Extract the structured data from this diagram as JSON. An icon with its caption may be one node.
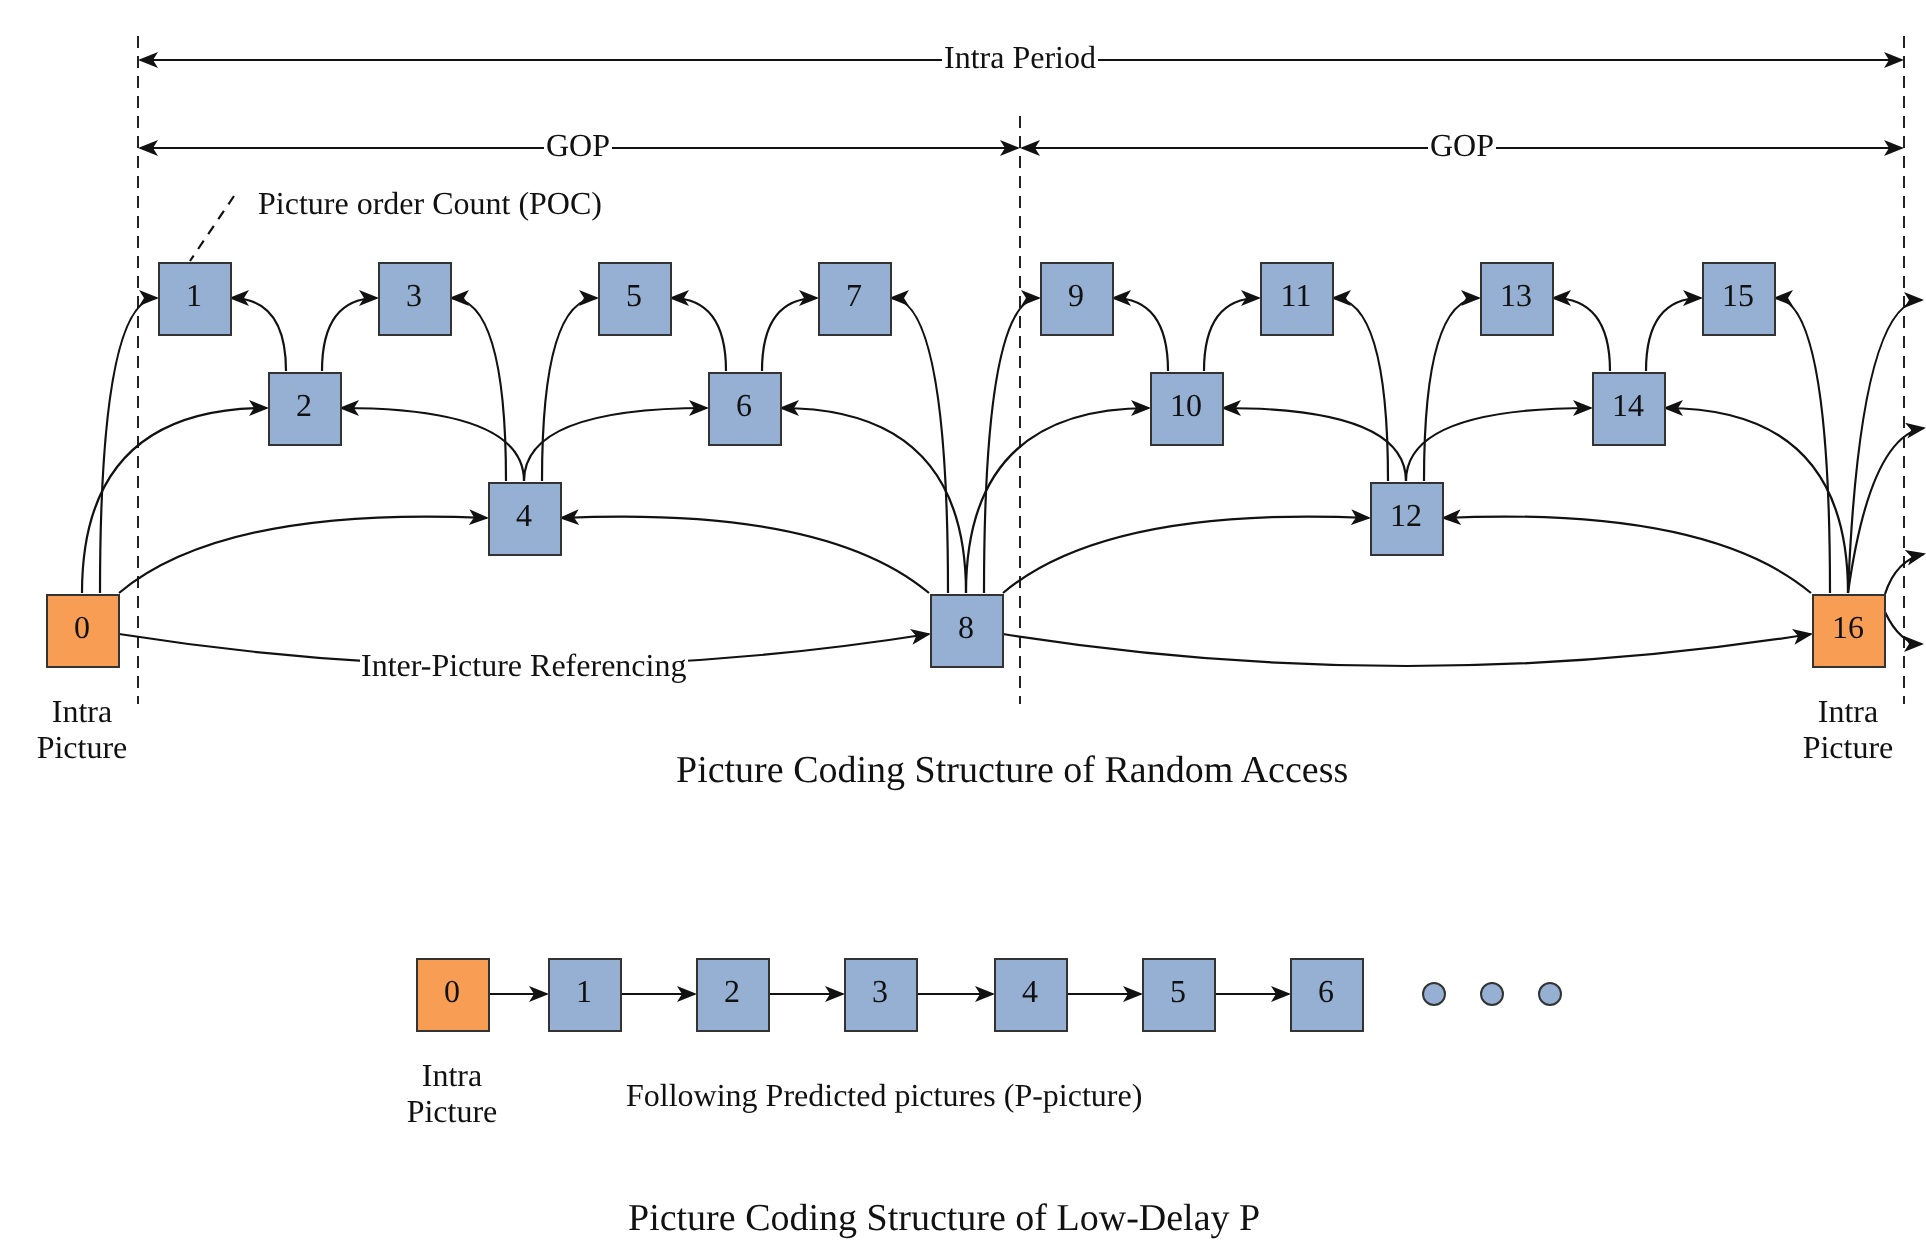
{
  "diagram": {
    "nodes": [
      {
        "text": [
          "0"
        ],
        "beside": [
          "Intra Picture"
        ]
      },
      {
        "text": [
          "1"
        ]
      },
      {
        "text": [
          "2"
        ]
      },
      {
        "text": [
          "3"
        ]
      },
      {
        "text": [
          "4"
        ]
      },
      {
        "text": [
          "5"
        ]
      },
      {
        "text": [
          "6"
        ]
      },
      {
        "text": [
          "7"
        ]
      },
      {
        "text": [
          "8"
        ]
      },
      {
        "text": [
          "9"
        ]
      },
      {
        "text": [
          "10"
        ]
      },
      {
        "text": [
          "11"
        ]
      },
      {
        "text": [
          "12"
        ]
      },
      {
        "text": [
          "13"
        ]
      },
      {
        "text": [
          "14"
        ]
      },
      {
        "text": [
          "15"
        ]
      },
      {
        "text": [
          "16"
        ],
        "beside": [
          "Intra Picture"
        ]
      },
      {
        "text": [
          "Picture order Count (POC)"
        ]
      },
      {
        "text": [
          "0"
        ],
        "beside": [
          "Intra Picture"
        ]
      },
      {
        "text": [
          "1"
        ]
      },
      {
        "text": [
          "2"
        ]
      },
      {
        "text": [
          "3"
        ]
      },
      {
        "text": [
          "4"
        ]
      },
      {
        "text": [
          "5"
        ]
      },
      {
        "text": [
          "6"
        ]
      },
      {
        "text": [],
        "shape": "circle"
      },
      {
        "text": [],
        "shape": "circle"
      },
      {
        "text": [],
        "shape": "circle"
      }
    ],
    "edges": [
      {
        "from": 0,
        "to": 1,
        "arrow": "to"
      },
      {
        "from": 0,
        "to": 2,
        "arrow": "to"
      },
      {
        "from": 0,
        "to": 4,
        "arrow": "to"
      },
      {
        "from": 0,
        "to": 8,
        "arrow": "to",
        "label": "Inter-Picture Referencing"
      },
      {
        "from": 2,
        "to": 1,
        "arrow": "to"
      },
      {
        "from": 2,
        "to": 3,
        "arrow": "to"
      },
      {
        "from": 4,
        "to": 2,
        "arrow": "to"
      },
      {
        "from": 4,
        "to": 3,
        "arrow": "to"
      },
      {
        "from": 4,
        "to": 5,
        "arrow": "to"
      },
      {
        "from": 4,
        "to": 6,
        "arrow": "to"
      },
      {
        "from": 6,
        "to": 5,
        "arrow": "to"
      },
      {
        "from": 6,
        "to": 7,
        "arrow": "to"
      },
      {
        "from": 8,
        "to": 4,
        "arrow": "to"
      },
      {
        "from": 8,
        "to": 6,
        "arrow": "to"
      },
      {
        "from": 8,
        "to": 7,
        "arrow": "to"
      },
      {
        "from": 8,
        "to": 9,
        "arrow": "to"
      },
      {
        "from": 8,
        "to": 10,
        "arrow": "to"
      },
      {
        "from": 8,
        "to": 12,
        "arrow": "to"
      },
      {
        "from": 8,
        "to": 16,
        "arrow": "to"
      },
      {
        "from": 10,
        "to": 9,
        "arrow": "to"
      },
      {
        "from": 10,
        "to": 11,
        "arrow": "to"
      },
      {
        "from": 12,
        "to": 10,
        "arrow": "to"
      },
      {
        "from": 12,
        "to": 11,
        "arrow": "to"
      },
      {
        "from": 12,
        "to": 13,
        "arrow": "to"
      },
      {
        "from": 12,
        "to": 14,
        "arrow": "to"
      },
      {
        "from": 14,
        "to": 13,
        "arrow": "to"
      },
      {
        "from": 14,
        "to": 15,
        "arrow": "to"
      },
      {
        "from": 16,
        "to": 12,
        "arrow": "to"
      },
      {
        "from": 16,
        "to": 14,
        "arrow": "to"
      },
      {
        "from": 16,
        "to": 15,
        "arrow": "to"
      },
      {
        "from": 16,
        "to": null,
        "arrow": "to"
      },
      {
        "from": 16,
        "to": null,
        "arrow": "to"
      },
      {
        "from": 16,
        "to": null,
        "arrow": "to"
      },
      {
        "from": 16,
        "to": null,
        "arrow": "to"
      },
      {
        "from": 17,
        "to": 1,
        "arrow": "none",
        "style": "dashed"
      },
      {
        "from": 18,
        "to": 19,
        "arrow": "to"
      },
      {
        "from": 19,
        "to": 20,
        "arrow": "to"
      },
      {
        "from": 20,
        "to": 21,
        "arrow": "to"
      },
      {
        "from": 21,
        "to": 22,
        "arrow": "to"
      },
      {
        "from": 22,
        "to": 23,
        "arrow": "to"
      },
      {
        "from": 23,
        "to": 24,
        "arrow": "to"
      }
    ],
    "labels": [
      "Intra Period",
      "GOP",
      "GOP",
      "Picture Coding Structure of Random Access",
      "Following Predicted pictures (P-picture)",
      "Picture Coding Structure of Low-Delay P"
    ]
  }
}
